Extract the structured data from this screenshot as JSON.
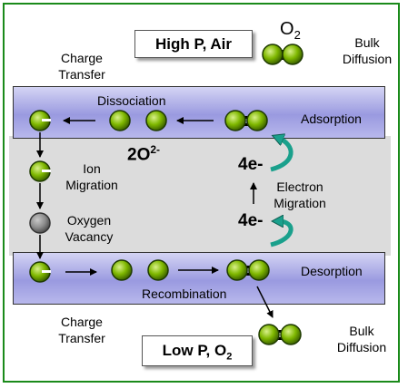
{
  "conditions": {
    "high": "High P, Air",
    "low_prefix": "Low P, O",
    "low_sub": "2"
  },
  "o2_label": {
    "main": "O",
    "sub": "2"
  },
  "labels": {
    "bulk_diffusion_top": [
      "Bulk",
      "Diffusion"
    ],
    "bulk_diffusion_bottom": [
      "Bulk",
      "Diffusion"
    ],
    "charge_transfer_top": [
      "Charge",
      "Transfer"
    ],
    "charge_transfer_bottom": [
      "Charge",
      "Transfer"
    ],
    "dissociation": "Dissociation",
    "adsorption": "Adsorption",
    "ion_formula": "2O",
    "ion_charge": "2-",
    "ion_migration": [
      "Ion",
      "Migration"
    ],
    "oxygen_vacancy": [
      "Oxygen",
      "Vacancy"
    ],
    "electrons_top": "4e-",
    "electrons_bottom": "4e-",
    "electron_migration": [
      "Electron",
      "Migration"
    ],
    "desorption": "Desorption",
    "recombination": "Recombination"
  },
  "colors": {
    "frame": "#1a8a1a",
    "surface_band": "#9a9ae0",
    "bulk_band": "#dcdcdc",
    "oxygen_ball": "#7fb800",
    "vacancy_ball": "#8c8c8c",
    "electron_arrow": "#1aa08c"
  }
}
